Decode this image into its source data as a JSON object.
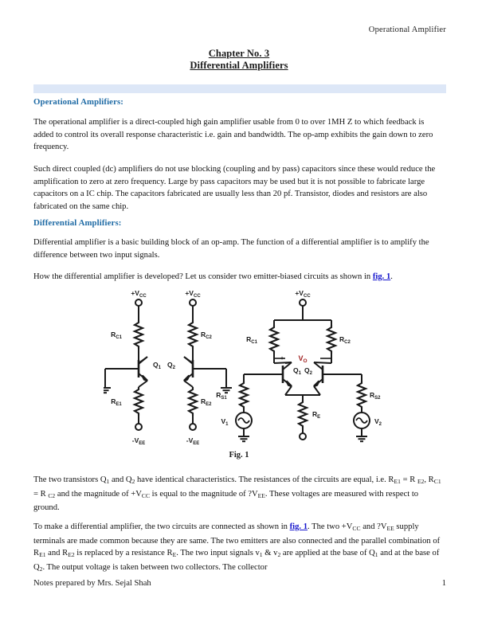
{
  "header": {
    "running_title": "Operational Amplifier"
  },
  "title": {
    "line1": "Chapter No. 3",
    "line2": "Differential Amplifiers"
  },
  "sections": {
    "opamp_heading": "Operational Amplifiers:",
    "opamp_para1": "The operational amplifier is a direct-coupled high gain amplifier usable from 0 to over 1MH Z to which feedback is added to control its overall response characteristic i.e. gain and bandwidth. The op-amp exhibits the gain down to zero frequency.",
    "opamp_para2": "Such direct coupled (dc) amplifiers do not use blocking (coupling and by pass) capacitors since these would reduce the amplification to zero at zero frequency. Large by pass capacitors may be used but it is not possible to fabricate large capacitors on a IC chip. The capacitors fabricated are usually less than 20 pf. Transistor, diodes and resistors are also fabricated on the same chip.",
    "diffamp_heading": "Differential Amplifiers:",
    "diffamp_para1": "Differential amplifier is a basic building block of an op-amp. The function of a differential amplifier is to amplify the difference between two input signals.",
    "diffamp_para2_before_link": "How the differential amplifier is developed? Let us consider two emitter-biased circuits as shown in ",
    "diffamp_para2_link": "fig. 1",
    "diffamp_para2_after_link": "."
  },
  "figure": {
    "caption": "Fig. 1",
    "labels": {
      "vcc": "+V",
      "vcc_sub": "CC",
      "vee": "-V",
      "vee_sub": "EE",
      "rc1": "R",
      "rc1_sub": "C1",
      "rc2": "R",
      "rc2_sub": "C2",
      "re1": "R",
      "re1_sub": "E1",
      "re2": "R",
      "re2_sub": "E2",
      "re": "R",
      "re_sub": "E",
      "rs1": "R",
      "rs1_sub": "S1",
      "rs2": "R",
      "rs2_sub": "S2",
      "q1": "Q",
      "q1_sub": "1",
      "q2": "Q",
      "q2_sub": "2",
      "v1": "V",
      "v1_sub": "1",
      "v2": "V",
      "v2_sub": "2",
      "vo": "V",
      "vo_sub": "O",
      "plus": "+",
      "minus": "-"
    },
    "colors": {
      "vo_color": "#9e1b1b",
      "wire": "#1a1a1a"
    }
  },
  "body": {
    "para_after_fig_parts": [
      "The two transistors Q",
      "1",
      " and Q",
      "2",
      " have identical characteristics. The resistances of the circuits are equal, i.e. R",
      "E1",
      " = R ",
      "E2",
      ", R",
      "C1",
      " = R ",
      "C2",
      " and the magnitude of +V",
      "CC",
      " is equal to the magnitude of ?V",
      "EE",
      ". These voltages are measured with respect to ground."
    ],
    "para_final_parts": [
      "To make a differential amplifier, the two circuits are connected as shown in ",
      "fig. 1",
      ". The two +V",
      "CC",
      " and ?V",
      "EE",
      " supply terminals are made common because they are same. The two emitters are also connected and the parallel combination of R",
      "E1",
      " and R",
      "E2",
      " is replaced by a resistance R",
      "E",
      ". The two input signals v",
      "1",
      " & v",
      "2",
      " are applied at the base of Q",
      "1",
      " and at the base of Q",
      "2",
      ". The output voltage is taken between two collectors. The collector"
    ]
  },
  "footer": {
    "note": "Notes prepared by Mrs. Sejal Shah",
    "page_number": "1"
  },
  "theme": {
    "heading_blue": "#1f6ba5",
    "band_blue": "#dde7f7",
    "link_blue": "#1414cc",
    "vo_red": "#9e1b1b"
  }
}
